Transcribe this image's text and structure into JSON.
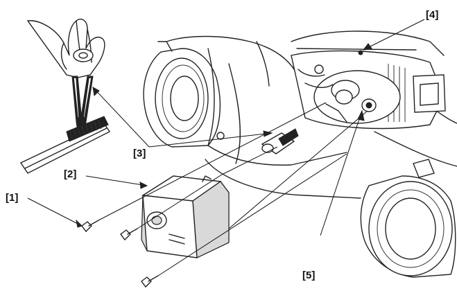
{
  "callouts": {
    "c1": "[1]",
    "c2": "[2]",
    "c3": "[3]",
    "c4": "[4]",
    "c5": "[5]"
  }
}
